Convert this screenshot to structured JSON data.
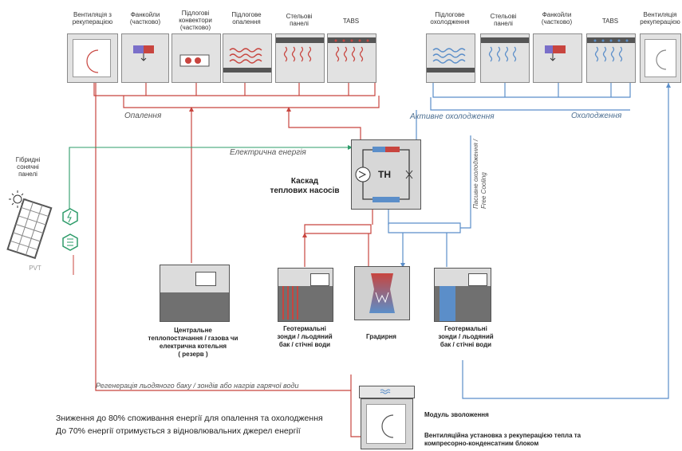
{
  "heating_consumers": [
    {
      "label": "Вентиляція з\nрекуперацією"
    },
    {
      "label": "Фанкойли\n(частково)"
    },
    {
      "label": "Підлогові\nконвектори\n(частково)"
    },
    {
      "label": "Підлогове\nопалення"
    },
    {
      "label": "Стельові\nпанелі"
    },
    {
      "label": "TABS"
    }
  ],
  "cooling_consumers": [
    {
      "label": "Підлогове\nохолодження"
    },
    {
      "label": "Стельові\nпанелі"
    },
    {
      "label": "Фанкойли\n(частково)"
    },
    {
      "label": "TABS"
    },
    {
      "label": "Вентиляція\nрекуперацією"
    }
  ],
  "heating_label": "Опалення",
  "active_cooling_label": "Активне охолодження",
  "cooling_label": "Охолодження",
  "electric_energy_label": "Електрична енергія",
  "cascade_label": "Каскад\nтеплових насосів",
  "th_label": "TH",
  "passive_cooling_label": "Пасивне охолодження /\nFree Cooling",
  "hybrid_panels_label": "Гібридні\nсонячні\nпанелі",
  "pvt_label": "PVT",
  "sources": [
    {
      "label": "Центральне\nтеплопостачання / газова чи\nелектрична котельня\n( резерв )"
    },
    {
      "label": "Геотермальні\nзонди / льодяний\nбак / стічні води"
    },
    {
      "label": "Градирня"
    },
    {
      "label": "Геотермальні\nзонди / льодяний\nбак / стічні води"
    }
  ],
  "regeneration_label": "Регенерація льодяного баку / зондів або нагрів гарячої води",
  "summary_line1": "Зниження до 80% споживання енергії для опалення та охолодження",
  "summary_line2": "До 70% енергії отримується з відновлювальних джерел енергії",
  "humid_module_label": "Модуль зволоження",
  "ventilation_unit_label": "Вентиляційна установка з рекуперацією тепла та\nкомпресорно-конденсатним блоком",
  "colors": {
    "heat": "#c8453f",
    "cool": "#5b8ec9",
    "green": "#2e9c6a"
  }
}
